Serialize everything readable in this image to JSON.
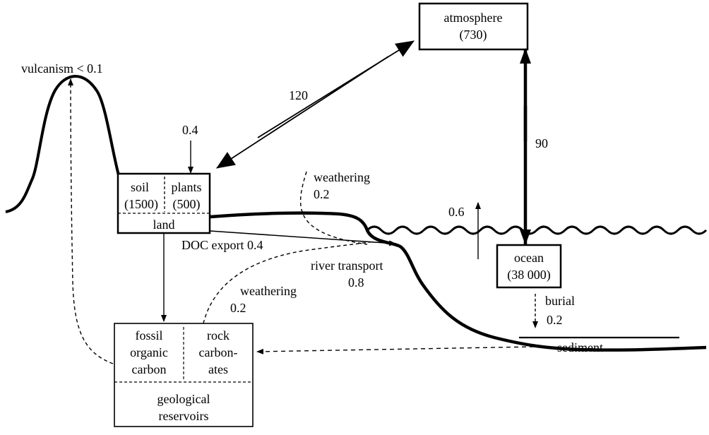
{
  "labels": {
    "vulcanism": "vulcanism < 0.1",
    "atmosphere_name": "atmosphere",
    "atmosphere_value": "(730)",
    "flux_atm_land": "120",
    "flux_atm_ocean": "90",
    "flux_input_plants": "0.4",
    "soil_name": "soil",
    "soil_value": "(1500)",
    "plants_name": "plants",
    "plants_value": "(500)",
    "land": "land",
    "weathering_top": "weathering",
    "weathering_top_value": "0.2",
    "flux_ocean_up": "0.6",
    "doc_export": "DOC export 0.4",
    "river_transport": "river transport",
    "river_transport_value": "0.8",
    "ocean_name": "ocean",
    "ocean_value": "(38 000)",
    "weathering_bottom": "weathering",
    "weathering_bottom_value": "0.2",
    "burial": "burial",
    "burial_value": "0.2",
    "sediment": "sediment",
    "fossil_line1": "fossil",
    "fossil_line2": "organic",
    "fossil_line3": "carbon",
    "rock_line1": "rock",
    "rock_line2": "carbon-",
    "rock_line3": "ates",
    "geo_line1": "geological",
    "geo_line2": "reservoirs"
  },
  "colors": {
    "ink": "#000000",
    "background": "#ffffff"
  }
}
